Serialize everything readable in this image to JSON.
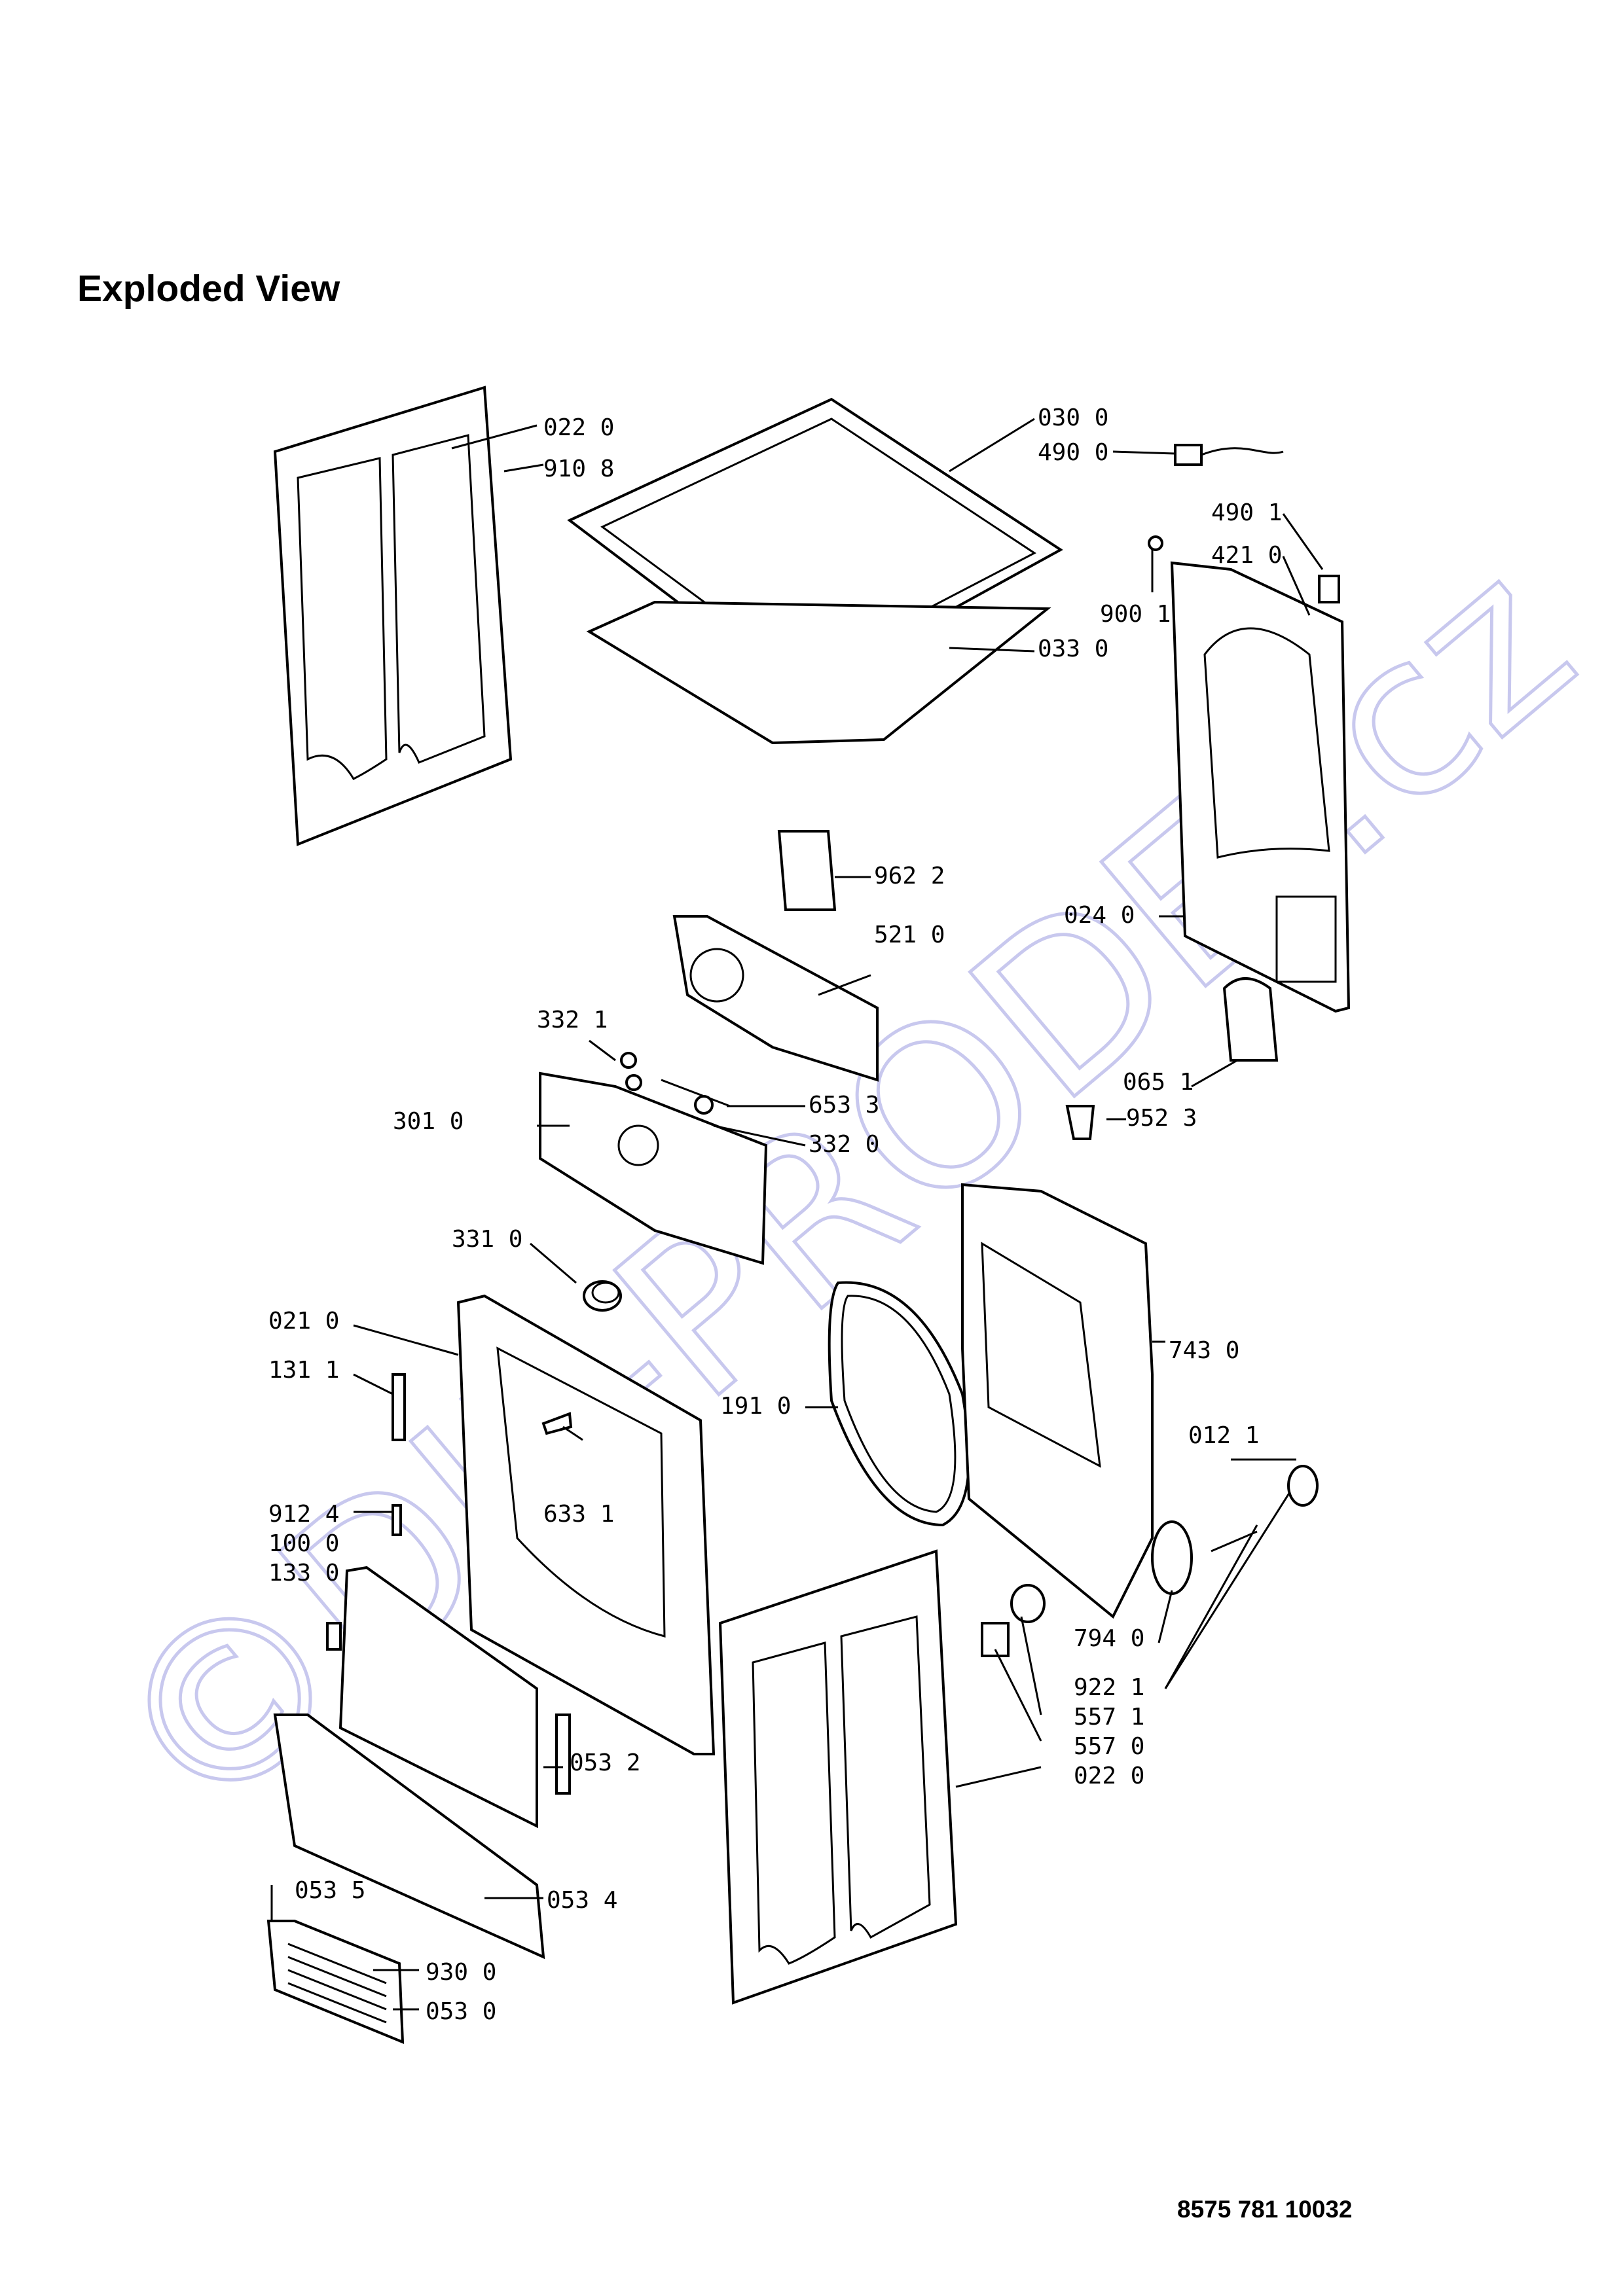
{
  "title": "Exploded View",
  "document_number": "8575 781 10032",
  "watermark": "©DIL-PRODEJ.cz",
  "part_labels": {
    "p0220_top": "022 0",
    "p9108": "910 8",
    "p0300": "030 0",
    "p4900": "490 0",
    "p4901": "490 1",
    "p4210": "421 0",
    "p9001": "900 1",
    "p0330": "033 0",
    "p9622": "962 2",
    "p5210": "521 0",
    "p0240": "024 0",
    "p3321": "332 1",
    "p0651": "065 1",
    "p3010": "301 0",
    "p6533": "653 3",
    "p3320": "332 0",
    "p9523": "952 3",
    "p3310": "331 0",
    "p0210": "021 0",
    "p1311": "131 1",
    "p7430": "743 0",
    "p1910": "191 0",
    "p0121": "012 1",
    "p6331": "633 1",
    "p9124": "912 4",
    "p1000": "100 0",
    "p1330": "133 0",
    "p7940": "794 0",
    "p9221": "922 1",
    "p5571": "557 1",
    "p5570": "557 0",
    "p0220_bottom": "022 0",
    "p0532": "053 2",
    "p0535": "053 5",
    "p0534": "053 4",
    "p9300": "930 0",
    "p0530": "053 0"
  }
}
